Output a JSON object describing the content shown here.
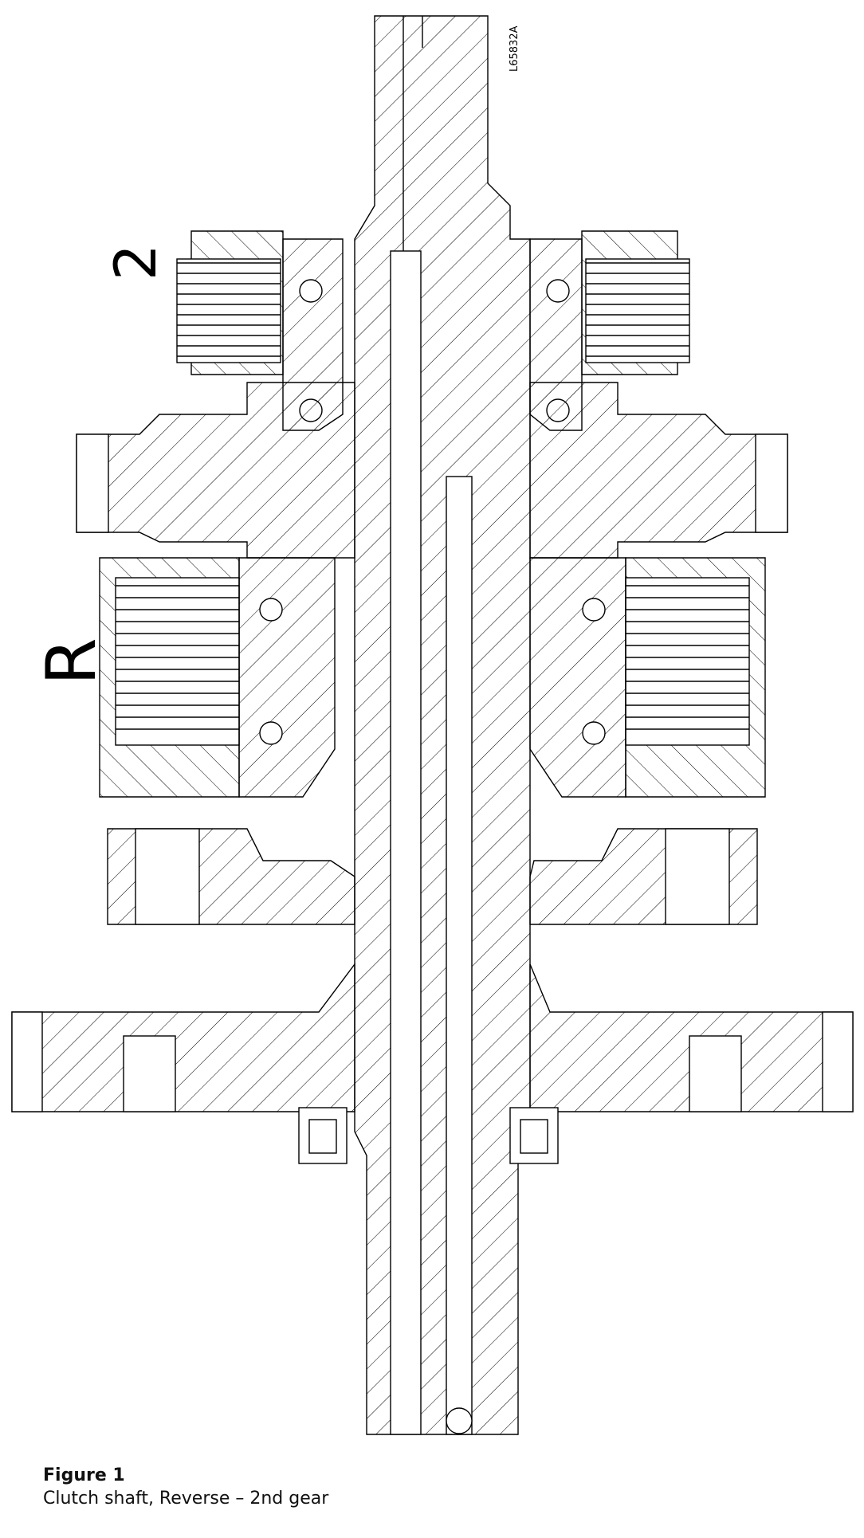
{
  "figure": {
    "number": "Figure 1",
    "caption": "Clutch shaft, Reverse – 2nd gear"
  },
  "labels": {
    "clutch_upper": "2",
    "clutch_lower": "R",
    "drawing_code": "L65832A"
  },
  "colors": {
    "line": "#000000",
    "background": "#ffffff"
  }
}
